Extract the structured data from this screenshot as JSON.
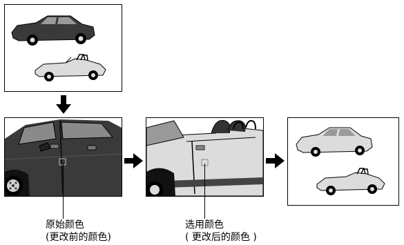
{
  "callouts": {
    "original": {
      "line1": "原始颜色",
      "line2": "(更改前的颜色)"
    },
    "selected": {
      "line1": "选用颜色",
      "line2": "( 更改后的颜色 )"
    }
  },
  "colors": {
    "dark_car": "#3a3a3a",
    "light_car": "#dcdcdc",
    "outline": "#000000"
  }
}
